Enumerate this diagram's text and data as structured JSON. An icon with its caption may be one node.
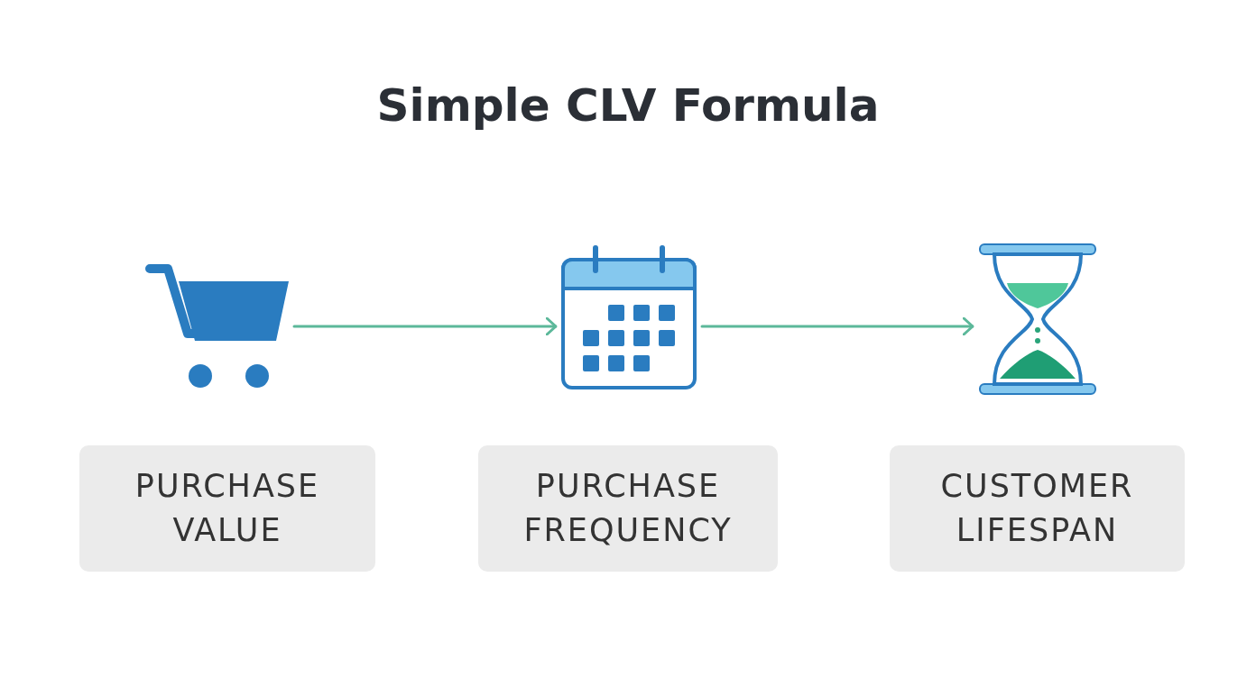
{
  "diagram": {
    "title": "Simple CLV Formula",
    "nodes": [
      {
        "text": [],
        "shape": "picture"
      },
      {
        "text": [],
        "shape": "picture"
      },
      {
        "text": [],
        "shape": "picture"
      },
      {
        "text": [
          "PURCHASE VALUE"
        ]
      },
      {
        "text": [
          "PURCHASE FREQUENCY"
        ]
      },
      {
        "text": [
          "CUSTOMER LIFESPAN"
        ]
      }
    ],
    "edges": [
      {
        "from": 0,
        "to": 1,
        "arrow": "to",
        "color": "#5cb89a"
      },
      {
        "from": 1,
        "to": 2,
        "arrow": "to",
        "color": "#5cb89a"
      }
    ]
  }
}
